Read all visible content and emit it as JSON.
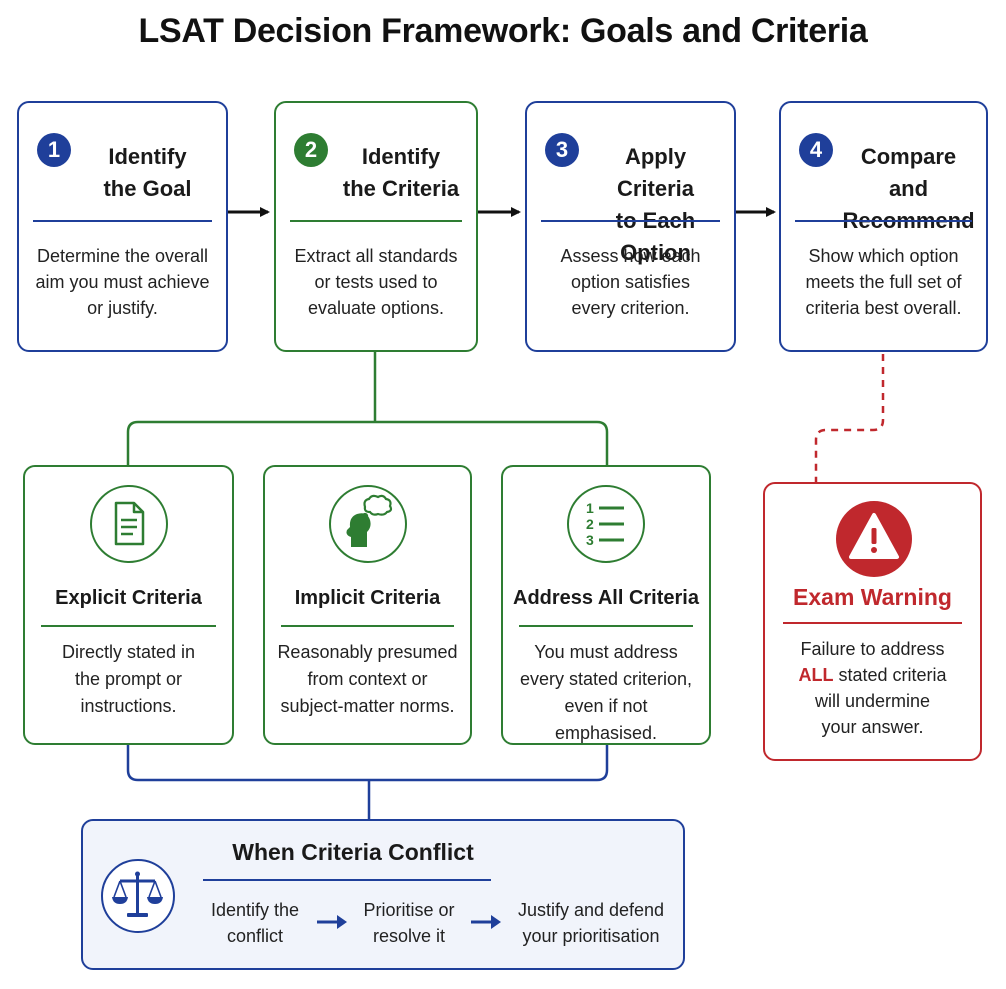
{
  "title": "LSAT Decision Framework: Goals and Criteria",
  "colors": {
    "blue": "#1f3f9a",
    "green": "#2e7d32",
    "red": "#c0282d",
    "conflict_bg": "#f1f4fb"
  },
  "steps": [
    {
      "num": "1",
      "title": "Identify\nthe Goal",
      "desc": "Determine the overall\naim you must achieve\nor justify."
    },
    {
      "num": "2",
      "title": "Identify\nthe Criteria",
      "desc": "Extract all standards\nor tests used to\nevaluate options."
    },
    {
      "num": "3",
      "title": "Apply Criteria\nto Each Option",
      "desc": "Assess how each\noption satisfies\nevery criterion."
    },
    {
      "num": "4",
      "title": "Compare and\nRecommend",
      "desc": "Show which option\nmeets the full set of\ncriteria best overall."
    }
  ],
  "criteria": [
    {
      "icon": "document-icon",
      "title": "Explicit Criteria",
      "desc": "Directly stated in\nthe prompt or\ninstructions."
    },
    {
      "icon": "thinking-head-icon",
      "title": "Implicit Criteria",
      "desc": "Reasonably presumed\nfrom context or\nsubject-matter norms."
    },
    {
      "icon": "numbered-list-icon",
      "title": "Address All Criteria",
      "desc": "You must address\nevery stated criterion,\neven if not emphasised."
    }
  ],
  "warning": {
    "icon": "warning-icon",
    "title": "Exam Warning",
    "line1": "Failure to address",
    "emph": "ALL",
    "line2": " stated criteria",
    "line3": "will undermine",
    "line4": "your answer."
  },
  "conflict": {
    "icon": "scales-icon",
    "title": "When Criteria Conflict",
    "steps": [
      "Identify the\nconflict",
      "Prioritise or\nresolve it",
      "Justify and defend\nyour prioritisation"
    ]
  },
  "list_icon_numbers": [
    "1",
    "2",
    "3"
  ]
}
